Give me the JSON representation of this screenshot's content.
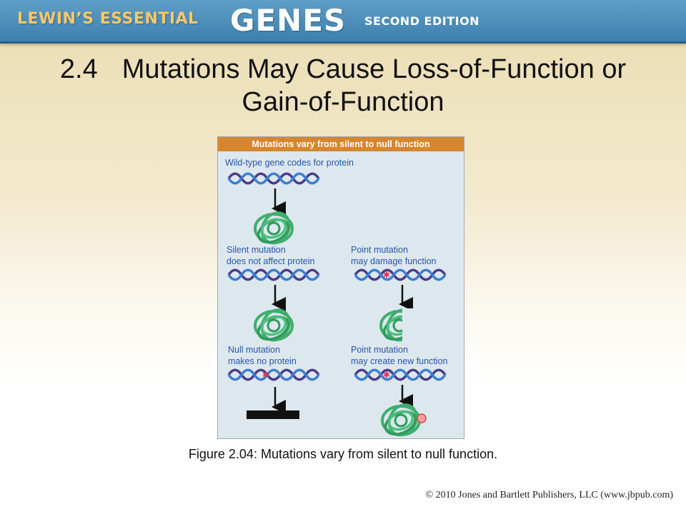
{
  "banner": {
    "brand_line1": "LEWIN’S ESSENTIAL",
    "brand_line2": "GENES",
    "brand_line3": "SECOND EDITION"
  },
  "slide": {
    "number": "2.4",
    "title_line1": "Mutations May Cause Loss-of-Function or",
    "title_line2": "Gain-of-Function"
  },
  "figure": {
    "header": "Mutations vary from silent to null function",
    "wild_type_label": "Wild-type gene codes for protein",
    "silent_label_1": "Silent mutation",
    "silent_label_2": "does not affect protein",
    "point_damage_label_1": "Point mutation",
    "point_damage_label_2": "may damage function",
    "null_label_1": "Null mutation",
    "null_label_2": "makes no protein",
    "point_new_label_1": "Point mutation",
    "point_new_label_2": "may create new function"
  },
  "caption": "Figure 2.04: Mutations vary from silent to null function.",
  "copyright": "© 2010 Jones and Bartlett Publishers, LLC (www.jbpub.com)",
  "colors": {
    "banner": "#4a8cb9",
    "figure_header": "#d5862f",
    "figure_bg": "#dde7ee",
    "label_blue": "#2557a8",
    "protein_green": "#3fae6e",
    "mutation_red": "#e0305a"
  },
  "icons": [
    "dna-helix-icon",
    "protein-coil-icon",
    "down-arrow-icon",
    "mutation-star-icon",
    "null-bar-icon"
  ]
}
